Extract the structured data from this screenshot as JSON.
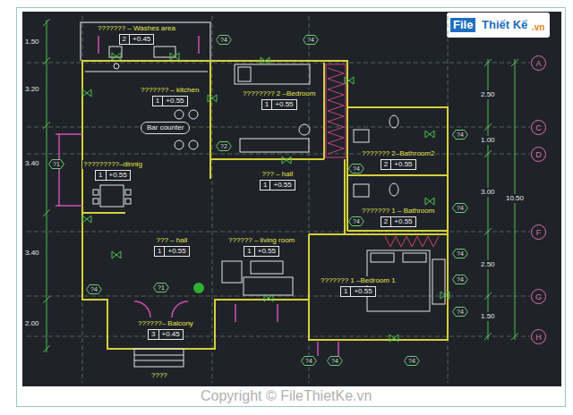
{
  "diagram": {
    "nodes": [
      {
        "text": [
          "??????? – Washes area",
          "2",
          "+0.45"
        ]
      },
      {
        "text": [
          "??????? – kitchen",
          "1",
          "+0.55"
        ]
      },
      {
        "text": [
          "???????? 2 –Bedroom",
          "1",
          "+0.55"
        ]
      },
      {
        "text": [
          "??????? 2–Bathroom2",
          "2",
          "+0.55"
        ]
      },
      {
        "text": [
          "?????????–dinnig",
          "1",
          "+0.55"
        ]
      },
      {
        "text": [
          "??? – hall",
          "1",
          "+0.55"
        ]
      },
      {
        "text": [
          "??????? 1 – Bathroom",
          "2",
          "+0.55"
        ]
      },
      {
        "text": [
          "??? – hall",
          "1",
          "+0.55"
        ]
      },
      {
        "text": [
          "?????? – living room",
          "1",
          "+0.55"
        ]
      },
      {
        "text": [
          "??????? 1 –Bedroom 1",
          "1",
          "+0.55"
        ]
      },
      {
        "text": [
          "??????– Balcony",
          "3",
          "+0.45"
        ]
      },
      {
        "text": [
          "Bar counter"
        ]
      },
      {
        "text": [
          "A"
        ]
      },
      {
        "text": [
          "C"
        ]
      },
      {
        "text": [
          "D"
        ]
      },
      {
        "text": [
          "F"
        ]
      },
      {
        "text": [
          "G"
        ]
      },
      {
        "text": [
          "H"
        ]
      },
      {
        "text": [
          "?4"
        ]
      },
      {
        "text": [
          "?4"
        ]
      },
      {
        "text": [
          "?1"
        ]
      },
      {
        "text": [
          "?2"
        ]
      },
      {
        "text": [
          "?4"
        ]
      },
      {
        "text": [
          "?4"
        ]
      },
      {
        "text": [
          "?1"
        ]
      },
      {
        "text": [
          "?4"
        ]
      },
      {
        "text": [
          "?4"
        ]
      },
      {
        "text": [
          "?4"
        ]
      },
      {
        "text": [
          "?4"
        ]
      },
      {
        "text": [
          "?4"
        ]
      },
      {
        "text": [
          "?4"
        ]
      },
      {
        "text": [
          "?4"
        ]
      },
      {
        "text": [
          "?4"
        ]
      },
      {
        "text": [
          "?4"
        ]
      }
    ],
    "labels": [
      "1.50",
      "3.20",
      "3.40",
      "3.40",
      "2.00",
      "2.50",
      "1.00",
      "3.00",
      "2.50",
      "1.50",
      "10.50",
      "????",
      "File",
      "Thiết Kế",
      ".vn",
      "Copyright © FileThietKe.vn"
    ]
  }
}
